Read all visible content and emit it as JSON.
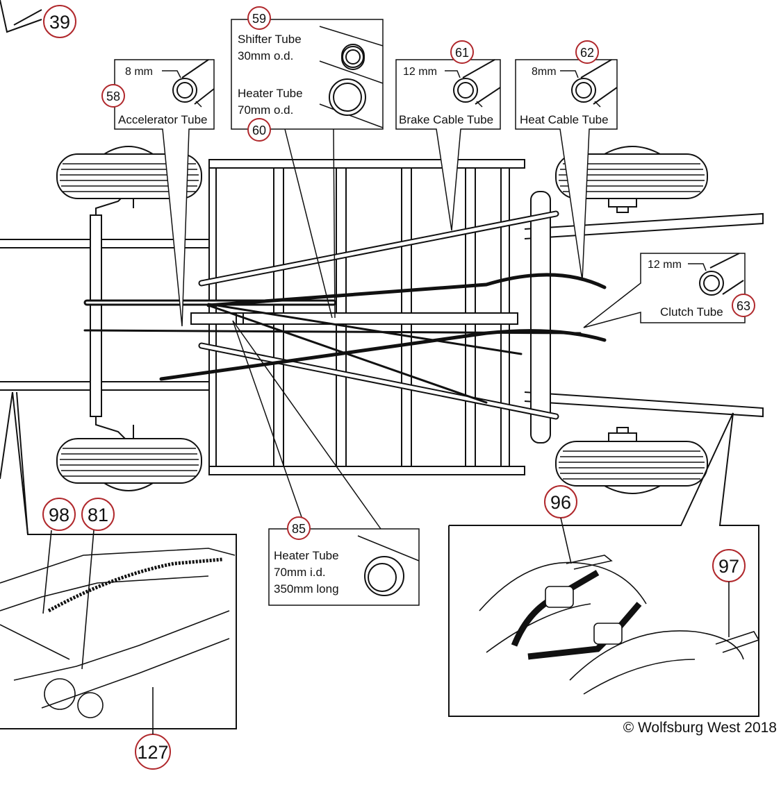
{
  "callouts": {
    "c39": {
      "number": "39"
    },
    "c58": {
      "number": "58",
      "size": "8 mm",
      "label": "Accelerator Tube"
    },
    "c59": {
      "number": "59",
      "label_line1": "Shifter Tube",
      "label_line2": "30mm o.d."
    },
    "c60": {
      "number": "60",
      "label_line1": "Heater Tube",
      "label_line2": "70mm o.d."
    },
    "c61": {
      "number": "61",
      "size": "12 mm",
      "label": "Brake Cable Tube"
    },
    "c62": {
      "number": "62",
      "size": "8mm",
      "label": "Heat Cable Tube"
    },
    "c63": {
      "number": "63",
      "size": "12 mm",
      "label": "Clutch Tube"
    },
    "c85": {
      "number": "85",
      "label_line1": "Heater Tube",
      "label_line2": "70mm i.d.",
      "label_line3": "350mm long"
    },
    "c96": {
      "number": "96"
    },
    "c97": {
      "number": "97"
    },
    "c98": {
      "number": "98"
    },
    "c81": {
      "number": "81"
    },
    "c127": {
      "number": "127"
    }
  },
  "copyright": "© Wolfsburg West 2018",
  "colors": {
    "callout_ring": "#b0282c",
    "line": "#111111",
    "background": "#ffffff"
  }
}
